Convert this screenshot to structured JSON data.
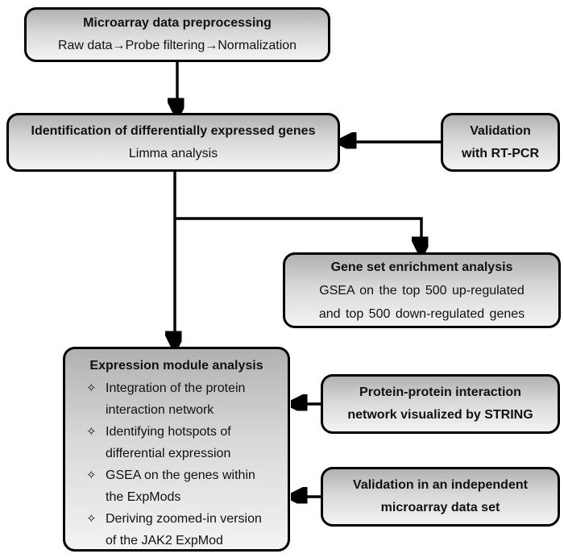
{
  "palette": {
    "background": "#ffffff",
    "box_border": "#000000",
    "box_gradient_top": "#b1b1b1",
    "box_gradient_bottom": "#f3f3f3",
    "arrow": "#000000",
    "text": "#111111"
  },
  "boxes": {
    "preprocessing": {
      "title": "Microarray data preprocessing",
      "subtitle": "Raw data→Probe filtering→Normalization"
    },
    "deg": {
      "title": "Identification of differentially expressed genes",
      "subtitle": "Limma analysis"
    },
    "rtpcr": {
      "line1": "Validation",
      "line2": "with RT-PCR"
    },
    "gsea": {
      "title": "Gene set enrichment analysis",
      "line1": "GSEA on the top 500 up-regulated",
      "line2": "and top 500 down-regulated genes"
    },
    "expmod": {
      "title": "Expression module analysis",
      "bullets": [
        {
          "glyph": "✧",
          "text": "Integration of the protein\ninteraction network"
        },
        {
          "glyph": "✧",
          "text": "Identifying hotspots of\ndifferential expression"
        },
        {
          "glyph": "✧",
          "text": "GSEA on the genes within\nthe ExpMods"
        },
        {
          "glyph": "✧",
          "text": "Deriving zoomed-in version\nof the JAK2 ExpMod"
        }
      ]
    },
    "string": {
      "line1": "Protein-protein interaction",
      "line2": "network visualized by STRING"
    },
    "indep": {
      "line1": "Validation in an independent",
      "line2": "microarray data set"
    }
  }
}
